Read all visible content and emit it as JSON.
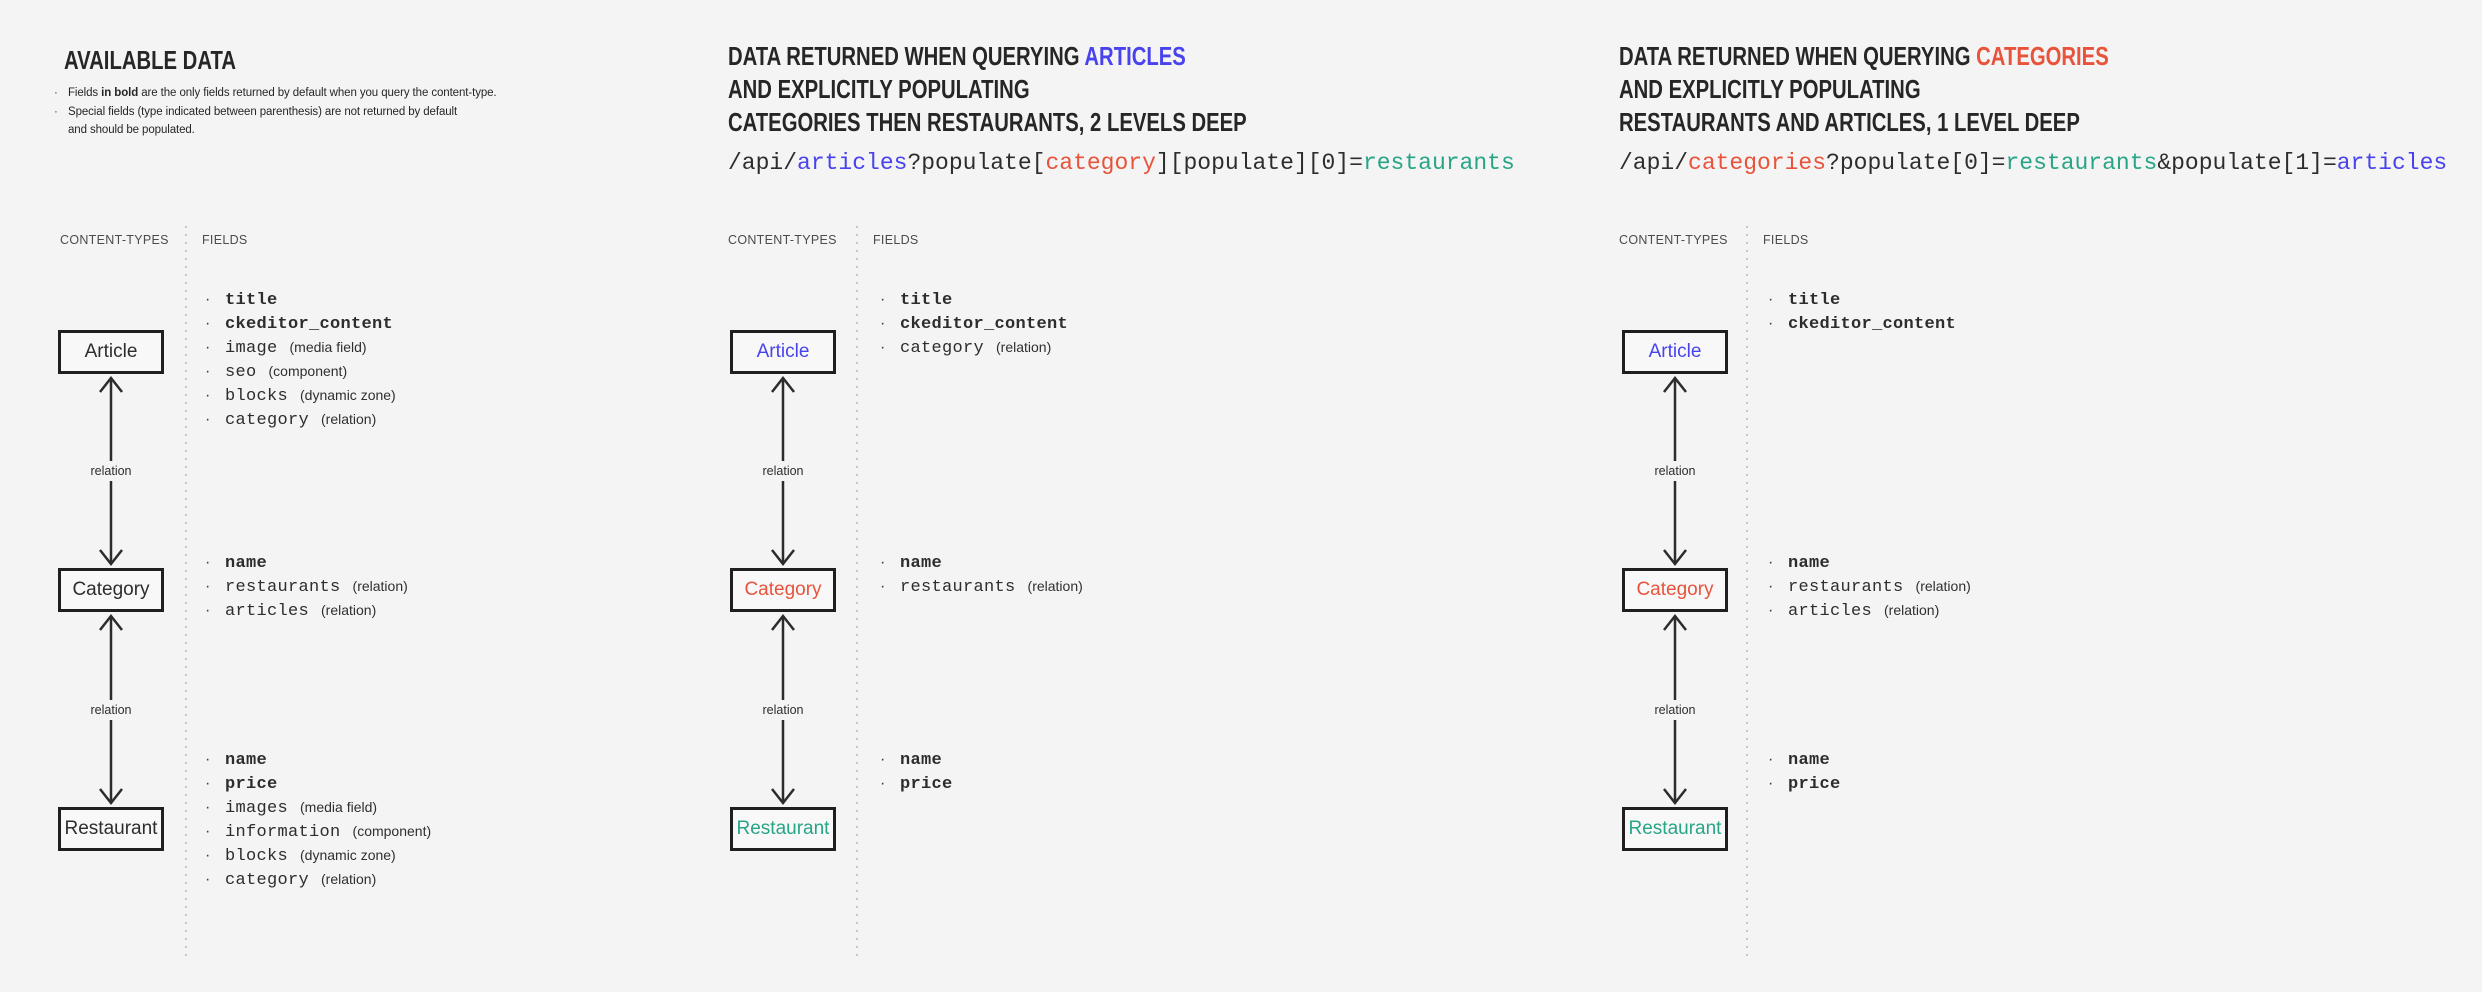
{
  "colors": {
    "background": "#f4f4f4",
    "dark_text": "#2d2d2d",
    "articles_blue": "#4843ec",
    "categories_red": "#e8533c",
    "restaurants_teal": "#28a487"
  },
  "left": {
    "title": "AVAILABLE DATA",
    "note1_pre": "Fields ",
    "note1_bold": "in bold",
    "note1_post": " are the only fields returned by default when you query the content-type.",
    "note2_line1": "Special fields (type indicated between parenthesis) are not returned by default",
    "note2_line2": "and should be populated.",
    "content_types_header": "CONTENT-TYPES",
    "fields_header": "FIELDS",
    "relation1": "relation",
    "relation2": "relation",
    "article": {
      "label": "Article",
      "fields": [
        {
          "name": "title",
          "type": ""
        },
        {
          "name": "ckeditor_content",
          "type": ""
        },
        {
          "name": "image",
          "type": "(media field)"
        },
        {
          "name": "seo",
          "type": "(component)"
        },
        {
          "name": "blocks",
          "type": "(dynamic zone)"
        },
        {
          "name": "category",
          "type": "(relation)"
        }
      ]
    },
    "category": {
      "label": "Category",
      "fields": [
        {
          "name": "name",
          "type": ""
        },
        {
          "name": "restaurants",
          "type": "(relation)"
        },
        {
          "name": "articles",
          "type": "(relation)"
        }
      ]
    },
    "restaurant": {
      "label": "Restaurant",
      "fields": [
        {
          "name": "name",
          "type": ""
        },
        {
          "name": "price",
          "type": ""
        },
        {
          "name": "images",
          "type": "(media field)"
        },
        {
          "name": "information",
          "type": "(component)"
        },
        {
          "name": "blocks",
          "type": "(dynamic zone)"
        },
        {
          "name": "category",
          "type": "(relation)"
        }
      ]
    }
  },
  "middle": {
    "title_prefix": "DATA RETURNED WHEN QUERYING ",
    "title_highlight": "ARTICLES",
    "title_line2": "AND EXPLICITLY POPULATING",
    "title_line3": "CATEGORIES THEN RESTAURANTS, 2 LEVELS DEEP",
    "code": [
      "/api/",
      "articles",
      "?populate[",
      "category",
      "][populate][0]=",
      "restaurants"
    ],
    "content_types_header": "CONTENT-TYPES",
    "fields_header": "FIELDS",
    "relation1": "relation",
    "relation2": "relation",
    "article": {
      "label": "Article",
      "fields": [
        {
          "name": "title",
          "type": ""
        },
        {
          "name": "ckeditor_content",
          "type": ""
        },
        {
          "name": "category",
          "type": "(relation)"
        }
      ]
    },
    "category": {
      "label": "Category",
      "fields": [
        {
          "name": "name",
          "type": ""
        },
        {
          "name": "restaurants",
          "type": "(relation)"
        }
      ]
    },
    "restaurant": {
      "label": "Restaurant",
      "fields": [
        {
          "name": "name",
          "type": ""
        },
        {
          "name": "price",
          "type": ""
        }
      ]
    }
  },
  "right": {
    "title_prefix": "DATA RETURNED WHEN QUERYING ",
    "title_highlight": "CATEGORIES",
    "title_line2": "AND EXPLICITLY POPULATING",
    "title_line3": "RESTAURANTS AND ARTICLES, 1 LEVEL DEEP",
    "code": [
      "/api/",
      "categories",
      "?populate[0]=",
      "restaurants",
      "&populate[1]=",
      "articles"
    ],
    "content_types_header": "CONTENT-TYPES",
    "fields_header": "FIELDS",
    "relation1": "relation",
    "relation2": "relation",
    "article": {
      "label": "Article",
      "fields": [
        {
          "name": "title",
          "type": ""
        },
        {
          "name": "ckeditor_content",
          "type": ""
        }
      ]
    },
    "category": {
      "label": "Category",
      "fields": [
        {
          "name": "name",
          "type": ""
        },
        {
          "name": "restaurants",
          "type": "(relation)"
        },
        {
          "name": "articles",
          "type": "(relation)"
        }
      ]
    },
    "restaurant": {
      "label": "Restaurant",
      "fields": [
        {
          "name": "name",
          "type": ""
        },
        {
          "name": "price",
          "type": ""
        }
      ]
    }
  }
}
